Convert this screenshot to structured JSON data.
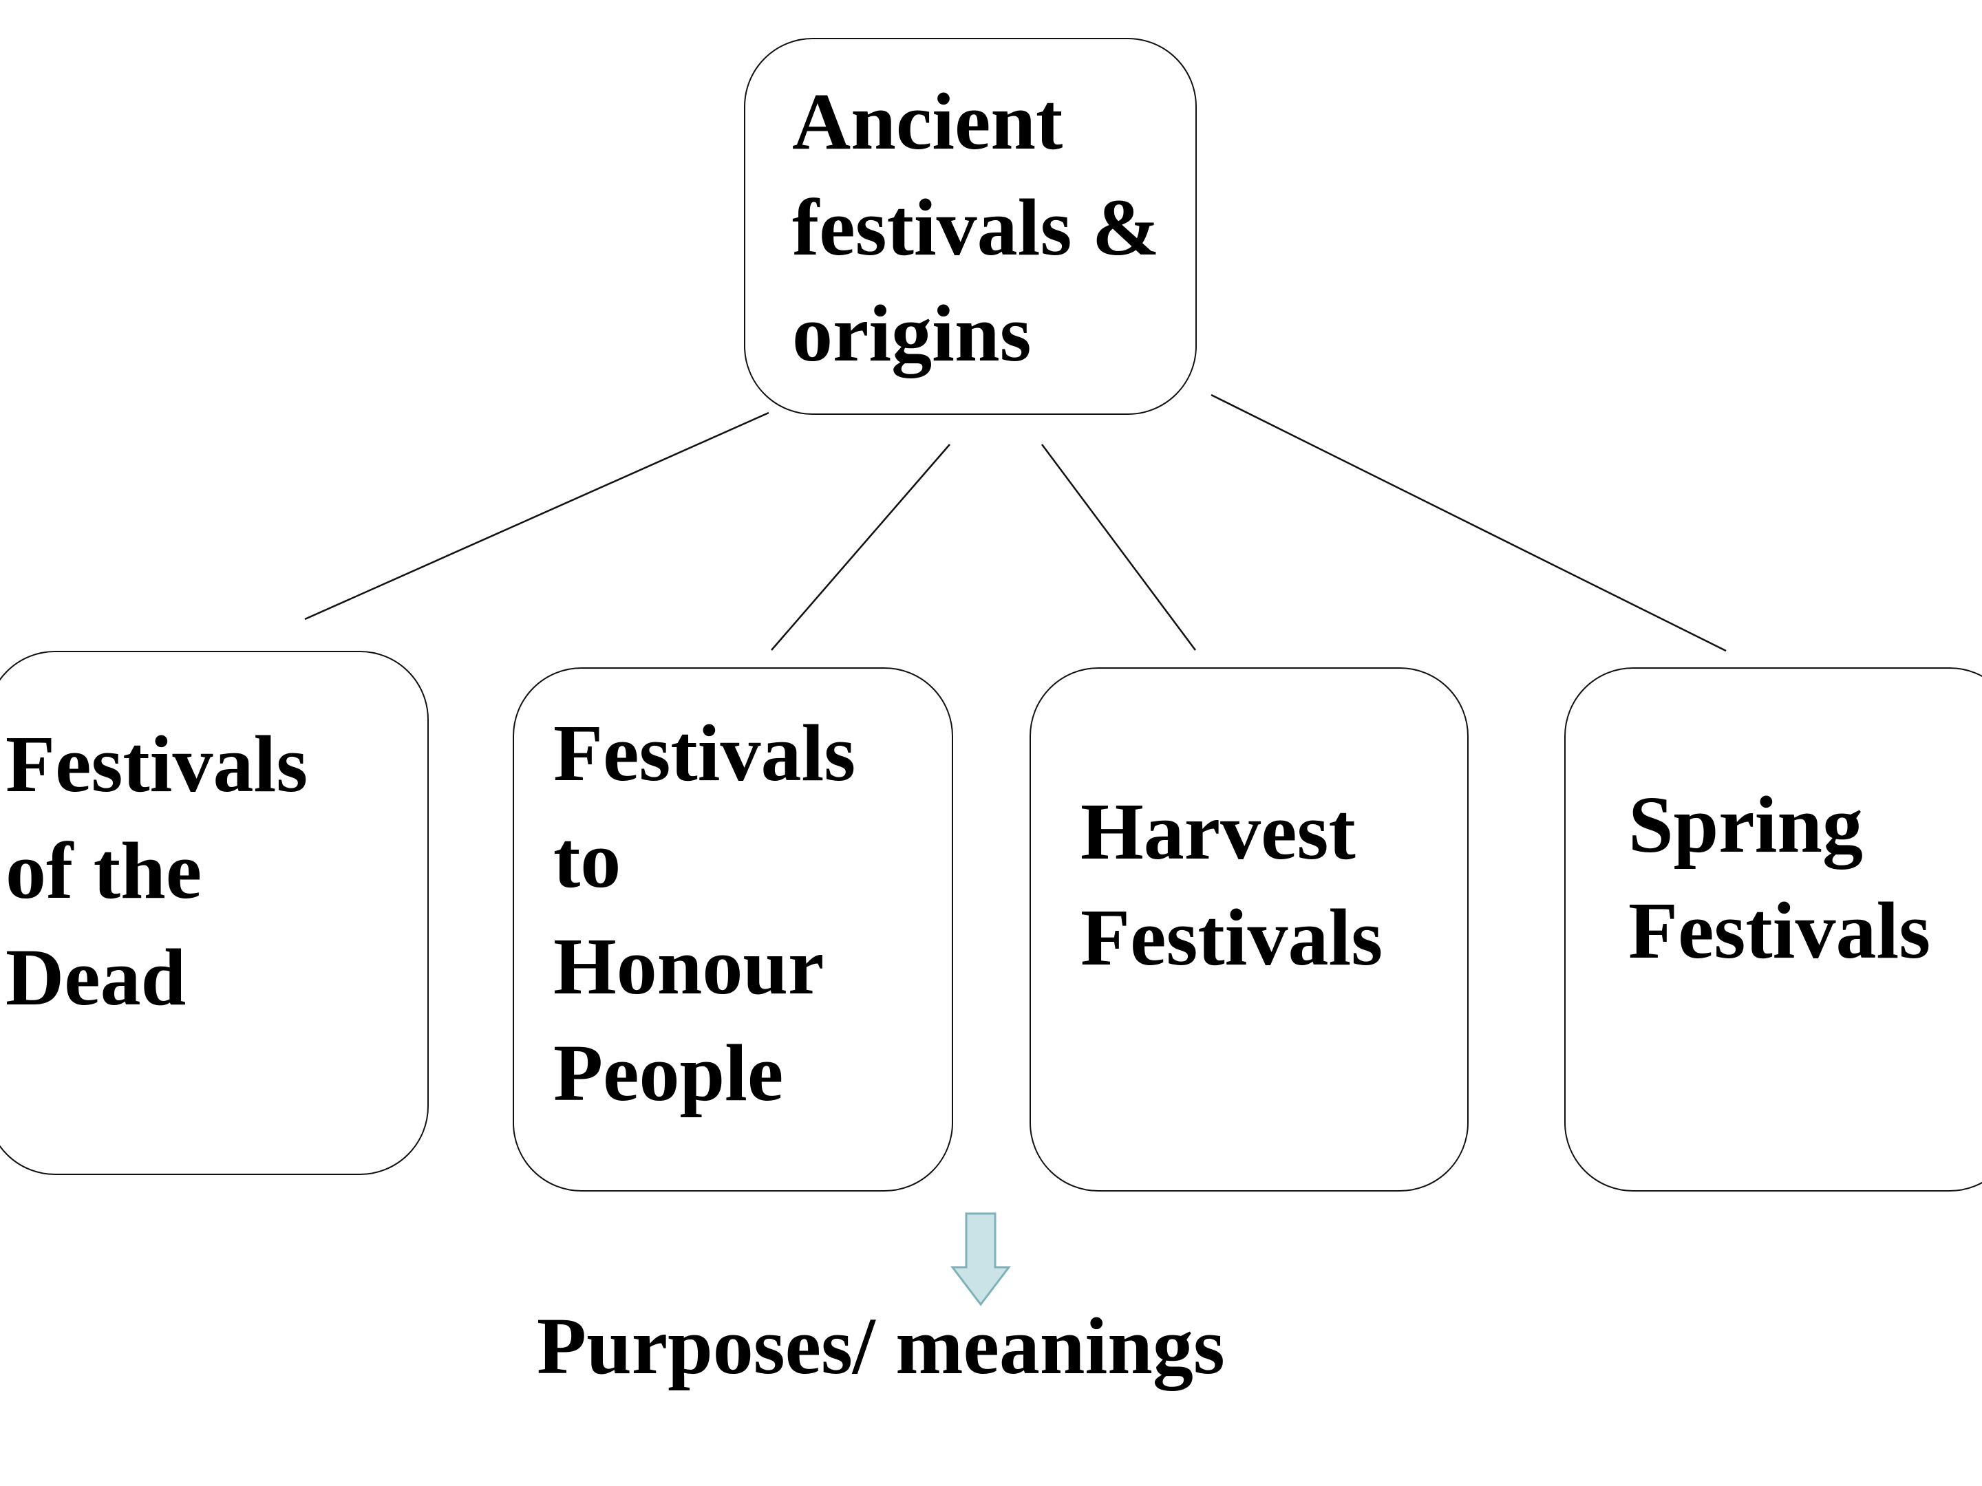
{
  "diagram": {
    "root": {
      "lines": [
        "Ancient",
        "festivals &",
        "origins"
      ]
    },
    "categories": [
      {
        "lines": [
          "Festivals",
          "of the",
          "Dead"
        ]
      },
      {
        "lines": [
          "Festivals",
          "to",
          "Honour",
          "People"
        ]
      },
      {
        "lines": [
          "Harvest",
          "Festivals"
        ]
      },
      {
        "lines": [
          "Spring",
          "Festivals"
        ]
      }
    ],
    "outcome": "Purposes/ meanings",
    "colors": {
      "box_border": "#111111",
      "line": "#111111",
      "arrow_fill": "#c9e3e6",
      "arrow_stroke": "#7fb2b8",
      "text": "#000000"
    },
    "icons": {
      "down_arrow": "down-arrow-icon"
    }
  }
}
